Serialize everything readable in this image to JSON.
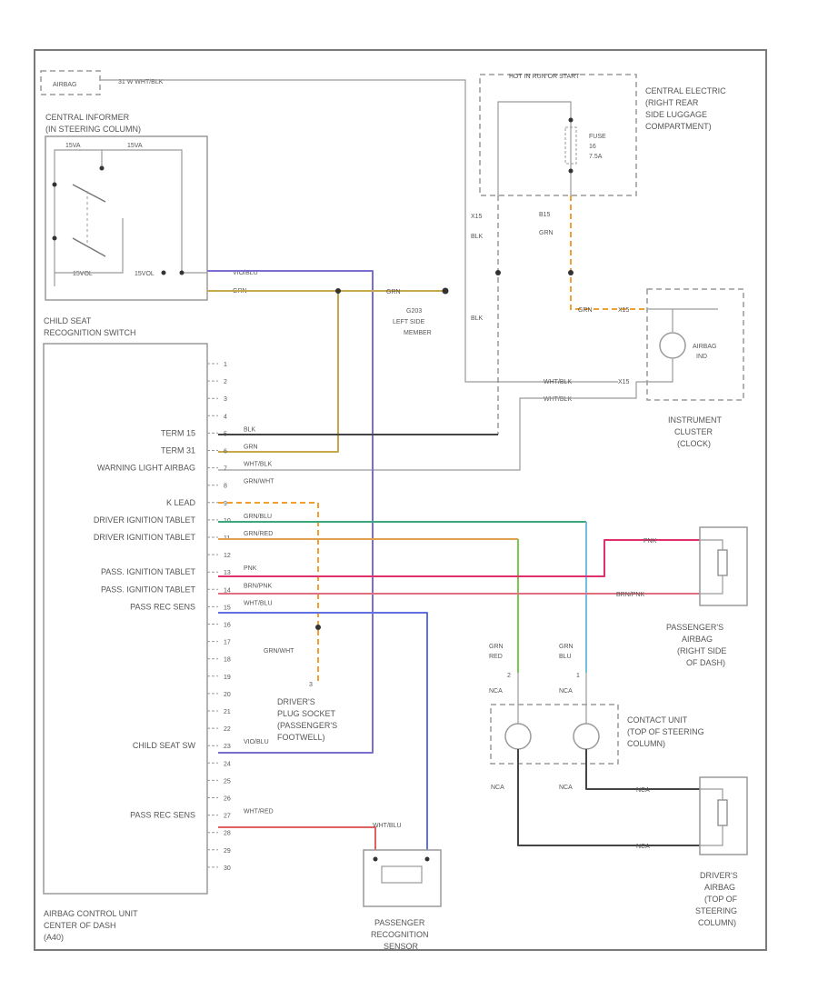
{
  "diagram": {
    "airbag_tag": "AIRBAG",
    "top_circuit": "31 W   WHT/BLK",
    "hot_label": "HOT IN RUN OR START",
    "central_electric": [
      "CENTRAL ELECTRIC",
      "(RIGHT REAR",
      "SIDE LUGGAGE",
      "COMPARTMENT)"
    ],
    "fuse": [
      "FUSE",
      "16",
      "7.5A"
    ],
    "circuit_x15": "X15",
    "circuit_x15_blk": "BLK",
    "circuit_15_blk2": "BLK",
    "circuit_b15": "B15",
    "circuit_b15_grn": "GRN",
    "central_informer": [
      "CENTRAL INFORMER",
      "(IN STEERING COLUMN)"
    ],
    "informer_pins_top": [
      "15VA",
      "15VA"
    ],
    "informer_pins_bottom": [
      "15VOL",
      "15VOL"
    ],
    "wire_vio_blu": "VIO/BLU",
    "wire_grn": "GRN",
    "wire_grn_right": "GRN",
    "ground_g203": [
      "G203",
      "LEFT SIDE",
      "MEMBER"
    ],
    "instrument_cluster": [
      "INSTRUMENT",
      "CLUSTER",
      "(CLOCK)"
    ],
    "airbag_ind": [
      "AIRBAG",
      "IND"
    ],
    "cluster_wires": [
      "WHT/BLK",
      "WHT/BLK"
    ],
    "cluster_grn": "GRN",
    "cluster_pin": "X15",
    "cluster_pin2": "X15",
    "child_seat_recognition": [
      "CHILD SEAT",
      "RECOGNITION SWITCH"
    ],
    "acu_pins": [
      {
        "n": "1",
        "label": "",
        "wire": ""
      },
      {
        "n": "2",
        "label": "",
        "wire": ""
      },
      {
        "n": "3",
        "label": "",
        "wire": ""
      },
      {
        "n": "4",
        "label": "",
        "wire": ""
      },
      {
        "n": "5",
        "label": "TERM 15",
        "wire": "BLK"
      },
      {
        "n": "6",
        "label": "TERM 31",
        "wire": "GRN"
      },
      {
        "n": "7",
        "label": "WARNING LIGHT AIRBAG",
        "wire": "WHT/BLK"
      },
      {
        "n": "8",
        "label": "",
        "wire": "GRN/WHT"
      },
      {
        "n": "9",
        "label": "K LEAD",
        "wire": ""
      },
      {
        "n": "10",
        "label": "DRIVER IGNITION TABLET",
        "wire": "GRN/BLU"
      },
      {
        "n": "11",
        "label": "DRIVER IGNITION TABLET",
        "wire": "GRN/RED"
      },
      {
        "n": "12",
        "label": "",
        "wire": ""
      },
      {
        "n": "13",
        "label": "PASS. IGNITION TABLET",
        "wire": "PNK"
      },
      {
        "n": "14",
        "label": "PASS. IGNITION TABLET",
        "wire": "BRN/PNK"
      },
      {
        "n": "15",
        "label": "PASS REC SENS",
        "wire": "WHT/BLU"
      },
      {
        "n": "16",
        "label": "",
        "wire": ""
      },
      {
        "n": "17",
        "label": "",
        "wire": ""
      },
      {
        "n": "18",
        "label": "",
        "wire": ""
      },
      {
        "n": "19",
        "label": "",
        "wire": ""
      },
      {
        "n": "20",
        "label": "",
        "wire": ""
      },
      {
        "n": "21",
        "label": "",
        "wire": ""
      },
      {
        "n": "22",
        "label": "",
        "wire": ""
      },
      {
        "n": "23",
        "label": "CHILD SEAT SW",
        "wire": "VIO/BLU"
      },
      {
        "n": "24",
        "label": "",
        "wire": ""
      },
      {
        "n": "25",
        "label": "",
        "wire": ""
      },
      {
        "n": "26",
        "label": "",
        "wire": ""
      },
      {
        "n": "27",
        "label": "PASS REC SENS",
        "wire": "WHT/RED"
      },
      {
        "n": "28",
        "label": "",
        "wire": ""
      },
      {
        "n": "29",
        "label": "",
        "wire": ""
      },
      {
        "n": "30",
        "label": "",
        "wire": ""
      }
    ],
    "acu_label": [
      "AIRBAG CONTROL UNIT",
      "CENTER OF DASH",
      "(A40)"
    ],
    "grn_wht_lower": "GRN/WHT",
    "drivers_plug": [
      "DRIVER'S",
      "PLUG SOCKET",
      "(PASSENGER'S",
      "FOOTWELL)"
    ],
    "plug_pin": "3",
    "passenger_airbag": [
      "PASSENGER'S",
      "AIRBAG",
      "(RIGHT SIDE",
      "OF DASH)"
    ],
    "pass_airbag_wires": [
      "PNK",
      "BRN/PNK"
    ],
    "contact_wires": [
      "GRN",
      "RED",
      "GRN",
      "BLU"
    ],
    "contact_pins": [
      "2",
      "1"
    ],
    "nca": [
      "NCA",
      "NCA",
      "NCA",
      "NCA"
    ],
    "contact_unit": [
      "CONTACT UNIT",
      "(TOP OF STEERING",
      "COLUMN)"
    ],
    "driver_airbag": [
      "DRIVER'S",
      "AIRBAG",
      "(TOP OF",
      "STEERING",
      "COLUMN)"
    ],
    "driver_airbag_wires": [
      "NCA",
      "NCA"
    ],
    "pass_recog_sensor": [
      "PASSENGER",
      "RECOGNITION",
      "SENSOR"
    ],
    "pass_recog_wire": "WHT/BLU",
    "colors": {
      "violet_blue": "#7a6fd0",
      "green": "#c8a84a",
      "green_blue": "#3aa87a",
      "green_red": "#e0a050",
      "pink": "#e0306a",
      "brown_pink": "#e07080",
      "white_blue": "#6070e0",
      "white_red": "#e06060",
      "orange": "#f0a030",
      "black": "#444444",
      "light_green": "#7ac850",
      "light_blue": "#70c0e0"
    }
  }
}
